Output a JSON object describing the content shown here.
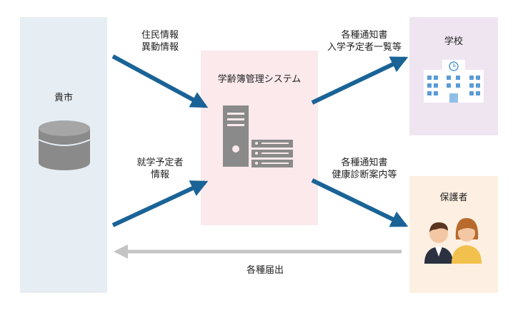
{
  "nodes": {
    "city": "貴市",
    "system": "学齢簿管理システム",
    "school": "学校",
    "guardian": "保護者"
  },
  "edges": {
    "resident_info": [
      "住民情報",
      "異動情報"
    ],
    "enrollee_info": [
      "就学予定者",
      "情報"
    ],
    "to_school": [
      "各種通知書",
      "入学予定者一覧等"
    ],
    "to_guardian": [
      "各種通知書",
      "健康診断案内等"
    ],
    "submissions": "各種届出"
  },
  "colors": {
    "arrow_blue": "#1a6396",
    "arrow_gray": "#c4c4c4",
    "city_bg": "#e6edf3",
    "system_bg": "#fbe9ec",
    "school_bg": "#efe5f1",
    "guardian_bg": "#fdf0e2"
  },
  "icons": {
    "city": "database-icon",
    "system": "server-icon",
    "school": "school-building-icon",
    "guardian": "parents-icon"
  }
}
